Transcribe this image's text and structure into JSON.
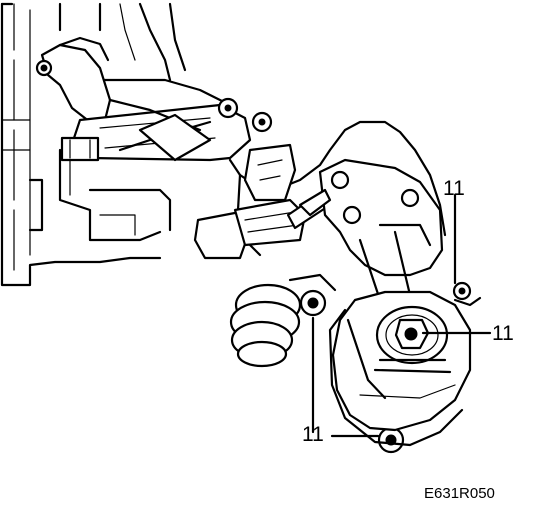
{
  "figure": {
    "callouts": [
      {
        "label": "11"
      },
      {
        "label": "11"
      },
      {
        "label": "11"
      }
    ],
    "drawing_code": "E631R050",
    "colors": {
      "ink": "#000000",
      "paper": "#ffffff"
    }
  }
}
